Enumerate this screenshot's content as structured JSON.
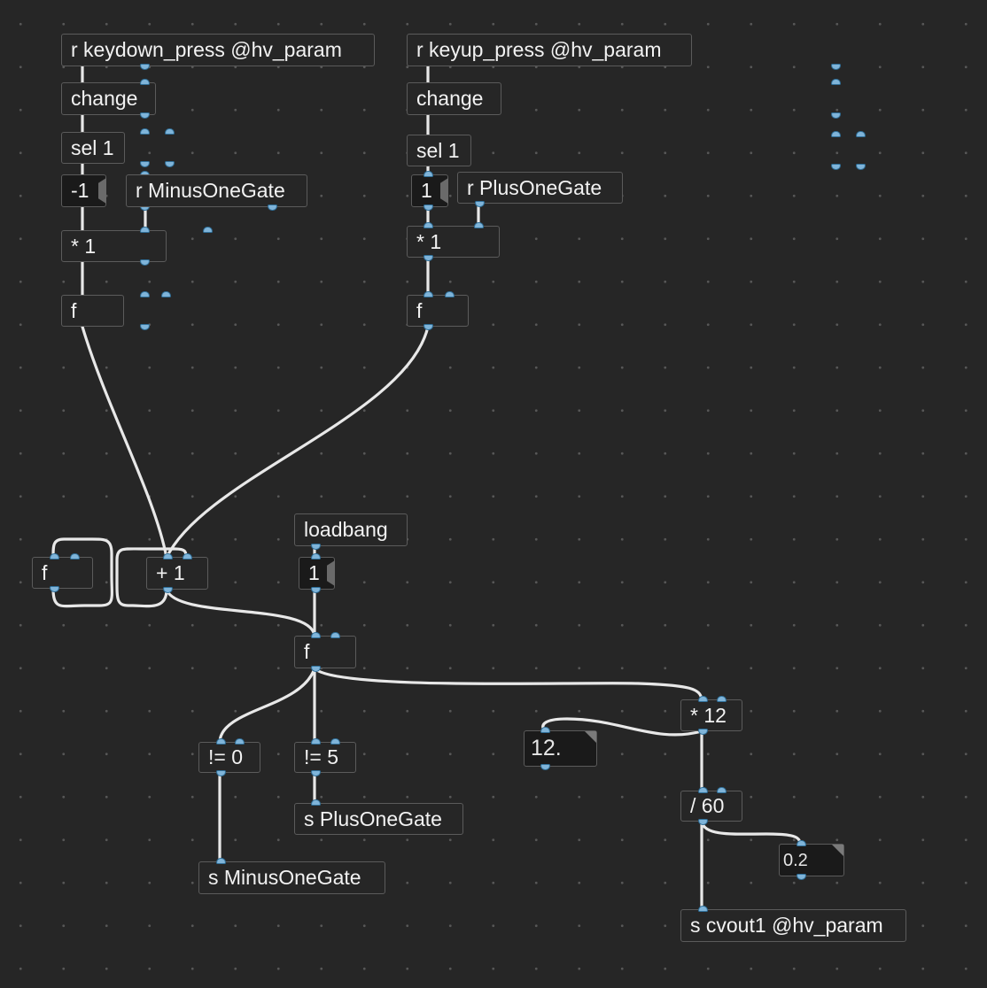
{
  "canvas": {
    "background": "#262626",
    "wire_color": "#e8e8e8",
    "port_color": "#7fb4d9"
  },
  "objects": {
    "r_keydown": "r keydown_press @hv_param",
    "change_l": "change",
    "sel_l": "sel 1",
    "msg_neg1": "-1",
    "r_minus": "r MinusOneGate",
    "mul_l": "* 1",
    "f_l": "f",
    "r_keyup": "r keyup_press @hv_param",
    "change_r": "change",
    "sel_r": "sel 1",
    "msg_1r": "1",
    "r_plus": "r PlusOneGate",
    "mul_r": "* 1",
    "f_r": "f",
    "f_acc": "f",
    "plus1": "+ 1",
    "loadbang": "loadbang",
    "msg_1": "1",
    "f_main": "f",
    "neq0": "!= 0",
    "neq5": "!= 5",
    "s_plus": "s PlusOneGate",
    "s_minus": "s MinusOneGate",
    "mul12": "* 12",
    "num12": "12.",
    "div60": "/ 60",
    "num02": "0.2",
    "s_cvout": "s cvout1 @hv_param"
  }
}
